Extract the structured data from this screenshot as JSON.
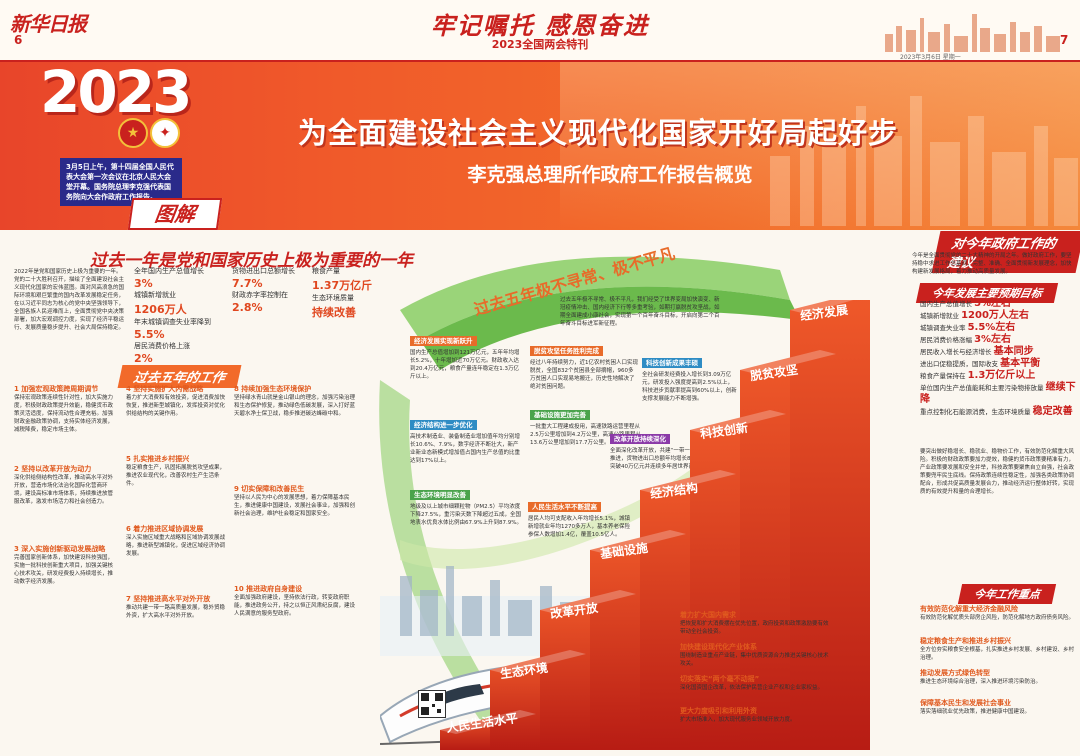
{
  "masthead": {
    "paper_name": "新华日报",
    "page_left": "6",
    "page_right": "7",
    "slogan": "牢记嘱托 感恩奋进",
    "edition": "2023全国两会特刊",
    "date_line": "2023年3月6日 星期一"
  },
  "hero": {
    "year": "2023",
    "title": "为全面建设社会主义现代化国家开好局起好步",
    "subtitle": "李克强总理所作政府工作报告概览",
    "intro": "3月5日上午，第十四届全国人民代表大会第一次会议在北京人民大会堂开幕。国务院总理李克强代表国务院向大会作政府工作报告。",
    "tujie": "图解"
  },
  "left": {
    "section_title": "过去一年是党和国家历史上极为重要的一年",
    "five_year_ribbon": "过去五年的工作",
    "stats": [
      {
        "label": "全年国内生产总值增长",
        "value": "3%"
      },
      {
        "label": "城镇新增就业",
        "value": "1206万人"
      },
      {
        "label": "年末城镇调查失业率降到",
        "value": "5.5%"
      },
      {
        "label": "居民消费价格上涨",
        "value": "2%"
      },
      {
        "label": "货物进出口总额增长",
        "value": "7.7%"
      },
      {
        "label": "财政赤字率控制在",
        "value": "2.8%"
      },
      {
        "label": "粮食产量",
        "value": "1.37万亿斤"
      },
      {
        "label": "生态环境质量",
        "value": "持续改善"
      }
    ],
    "items": [
      "1 加强宏观政策跨周期调节",
      "2 坚持以改革开放为动力",
      "3 深入实施创新驱动发展战略",
      "4 坚持实施扩大内需战略",
      "5 扎实推进乡村振兴",
      "6 着力推进区域协调发展",
      "7 坚持推进高水平对外开放",
      "8 持续加强生态环境保护",
      "9 切实保障和改善民生",
      "10 推进政府自身建设"
    ]
  },
  "center": {
    "arc_title": "过去五年极不寻常、极不平凡",
    "boxes": [
      "经济发展实现新跃升",
      "脱贫攻坚任务胜利完成",
      "科技创新成果丰硕",
      "经济结构进一步优化",
      "基础设施更加完善",
      "改革开放持续深化",
      "生态环境明显改善",
      "人民生活水平不断提高"
    ],
    "steps": [
      "人民生活水平",
      "生态环境",
      "改革开放",
      "基础设施",
      "经济结构",
      "科技创新",
      "脱贫攻坚",
      "经济发展"
    ]
  },
  "right": {
    "section_title": "对今年政府工作的建议",
    "targets_title": "今年发展主要预期目标",
    "targets": [
      {
        "label": "国内生产总值增长",
        "value": "5%左右"
      },
      {
        "label": "城镇新增就业",
        "value": "1200万人左右"
      },
      {
        "label": "城镇调查失业率",
        "value": "5.5%左右"
      },
      {
        "label": "居民消费价格涨幅",
        "value": "3%左右"
      },
      {
        "label": "居民收入增长与经济增长",
        "value": "基本同步"
      },
      {
        "label": "进出口促稳提质，国际收支",
        "value": "基本平衡"
      },
      {
        "label": "粮食产量保持在",
        "value": "1.3万亿斤以上"
      },
      {
        "label": "单位国内生产总值能耗和主要污染物排放量",
        "value": "继续下降"
      },
      {
        "label": "重点控制化石能源消费，生态环境质量",
        "value": "稳定改善"
      }
    ],
    "work_title": "今年工作重点",
    "work_items": [
      "着力扩大国内需求",
      "加快建设现代化产业体系",
      "切实落实“两个毫不动摇”",
      "更大力度吸引和利用外资",
      "有效防范化解重大经济金融风险",
      "稳定粮食生产和推进乡村振兴",
      "推动发展方式绿色转型",
      "保障基本民生和发展社会事业"
    ]
  },
  "colors": {
    "brand_red": "#c9211e",
    "orange": "#f26a2a",
    "green": "#4aa34c"
  }
}
